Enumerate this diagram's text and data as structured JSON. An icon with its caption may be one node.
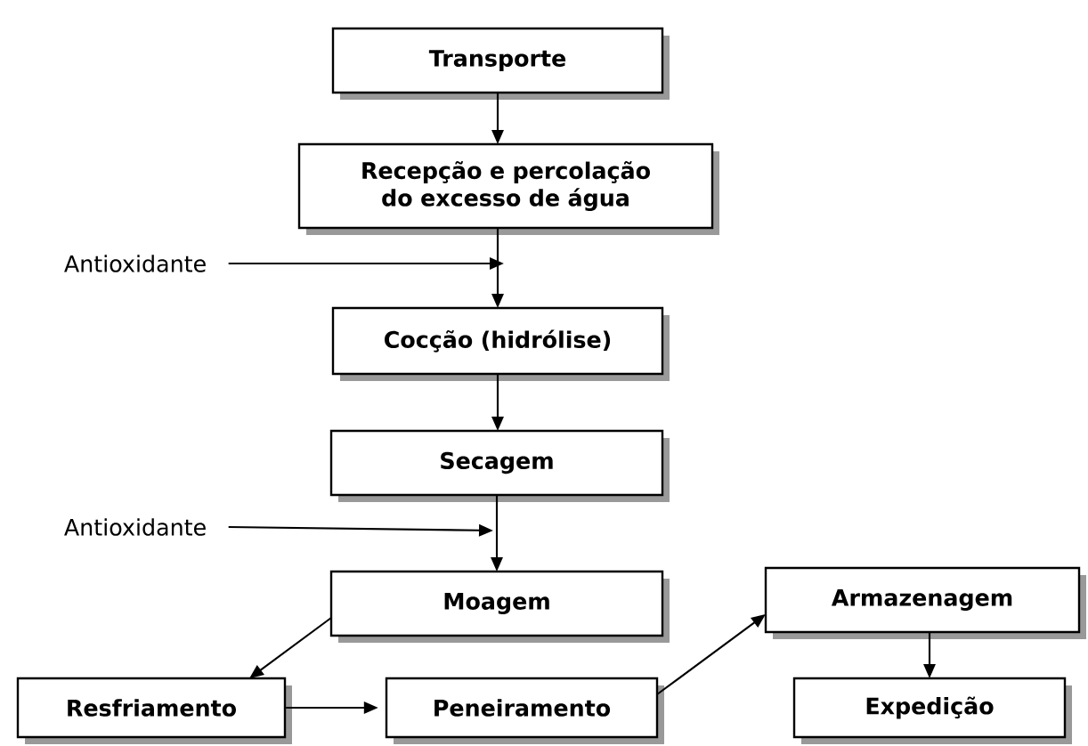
{
  "diagram": {
    "nodes": [
      {
        "text": [
          "Transporte"
        ]
      },
      {
        "text": [
          "Recepção e percolação do excesso de água"
        ]
      },
      {
        "text": [
          "Cocção (hidrólise)"
        ]
      },
      {
        "text": [
          "Secagem"
        ]
      },
      {
        "text": [
          "Moagem"
        ]
      },
      {
        "text": [
          "Resfriamento"
        ]
      },
      {
        "text": [
          "Peneiramento"
        ]
      },
      {
        "text": [
          "Armazenagem"
        ]
      },
      {
        "text": [
          "Expedição"
        ]
      },
      {
        "text": [
          "Antioxidante"
        ]
      },
      {
        "text": [
          "Antioxidante"
        ]
      }
    ],
    "edges": [
      {
        "from": 0,
        "to": 1,
        "arrow": "to"
      },
      {
        "from": 1,
        "to": 2,
        "arrow": "to"
      },
      {
        "from": 9,
        "to": null,
        "arrow": "to"
      },
      {
        "from": 2,
        "to": 3,
        "arrow": "to"
      },
      {
        "from": 3,
        "to": 4,
        "arrow": "to"
      },
      {
        "from": 10,
        "to": null,
        "arrow": "to"
      },
      {
        "from": 4,
        "to": 5,
        "arrow": "to"
      },
      {
        "from": 5,
        "to": 6,
        "arrow": "to"
      },
      {
        "from": 6,
        "to": 7,
        "arrow": "to"
      },
      {
        "from": 7,
        "to": 8,
        "arrow": "to"
      }
    ]
  }
}
